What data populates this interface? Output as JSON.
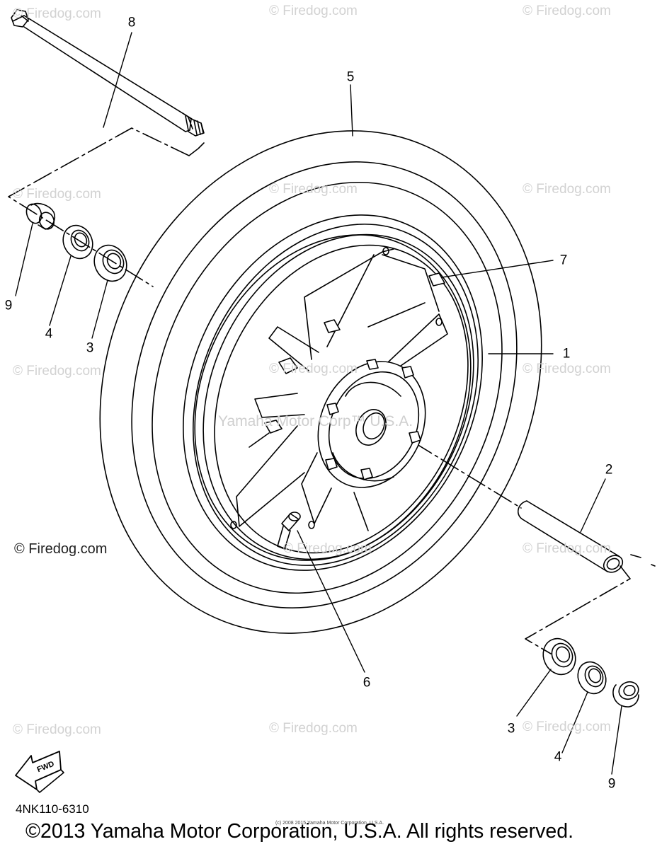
{
  "diagram": {
    "callouts": [
      {
        "id": "8",
        "label": "8"
      },
      {
        "id": "5",
        "label": "5"
      },
      {
        "id": "7",
        "label": "7"
      },
      {
        "id": "1",
        "label": "1"
      },
      {
        "id": "2",
        "label": "2"
      },
      {
        "id": "6",
        "label": "6"
      },
      {
        "id": "9a",
        "label": "9"
      },
      {
        "id": "4a",
        "label": "4"
      },
      {
        "id": "3a",
        "label": "3"
      },
      {
        "id": "3b",
        "label": "3"
      },
      {
        "id": "4b",
        "label": "4"
      },
      {
        "id": "9b",
        "label": "9"
      }
    ],
    "watermark": "© Firedog.com",
    "center_watermark": "Yamaha Motor Corp™ U.S.A.",
    "fwd_label": "FWD",
    "diagram_code": "4NK110-6310",
    "tiny_note": "(c) 2008 2015 Yamaha Motor Corporation, U.S.A.",
    "copyright": "©2013 Yamaha Motor Corporation, U.S.A. All rights reserved."
  }
}
